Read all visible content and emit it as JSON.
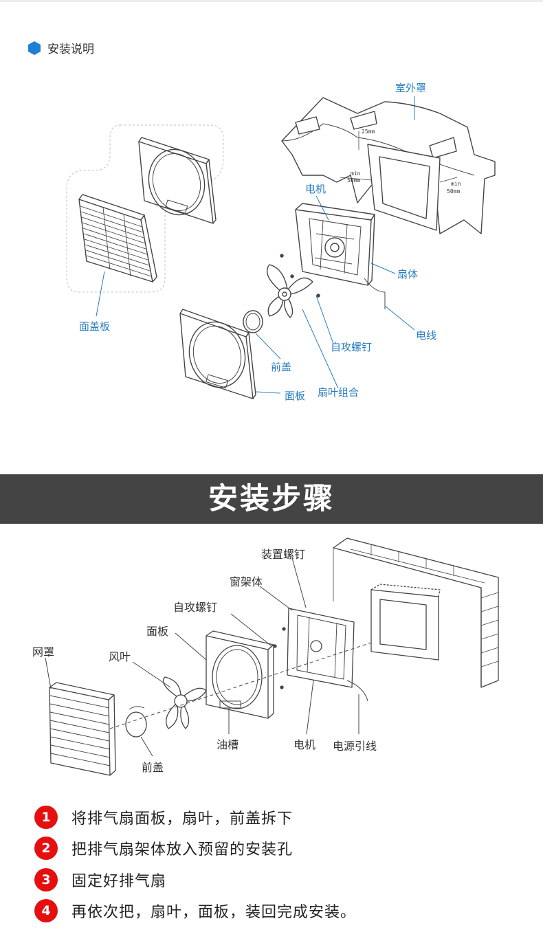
{
  "section": {
    "title": "安装说明"
  },
  "diagram1": {
    "labels": {
      "outdoor_cover": "室外罩",
      "motor": "电机",
      "fan_body": "扇体",
      "wire": "电线",
      "screw": "自攻螺钉",
      "face_cover": "面盖板",
      "front_cap": "前盖",
      "blade_assembly": "扇叶组合",
      "panel": "面板"
    },
    "dims": {
      "d25": "25mm",
      "min": "min",
      "d50": "50mm"
    }
  },
  "banner": {
    "title": "安装步骤"
  },
  "diagram2": {
    "labels": {
      "mount_screw": "装置螺钉",
      "window_frame": "窗架体",
      "tap_screw": "自攻螺钉",
      "panel": "面板",
      "grille": "网罩",
      "fan_blade": "风叶",
      "oil_tank": "油槽",
      "motor": "电机",
      "power_cord": "电源引线",
      "front_cap": "前盖"
    }
  },
  "steps": [
    {
      "num": "1",
      "text": "将排气扇面板，扇叶，前盖拆下"
    },
    {
      "num": "2",
      "text": "把排气扇架体放入预留的安装孔"
    },
    {
      "num": "3",
      "text": "固定好排气扇"
    },
    {
      "num": "4",
      "text": "再依次把，扇叶，面板，装回完成安装。"
    }
  ],
  "colors": {
    "accent": "#2a7dbf",
    "banner": "#444444",
    "badge": "#e60f0f"
  }
}
